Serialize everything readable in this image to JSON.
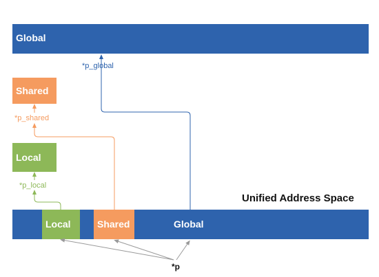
{
  "colors": {
    "global": "#2e63ad",
    "shared": "#f59b5f",
    "local": "#8db858",
    "pointer_arrows": "#999999"
  },
  "blocks": {
    "global": "Global",
    "shared": "Shared",
    "local": "Local"
  },
  "pointers": {
    "global": "*p_global",
    "shared": "*p_shared",
    "local": "*p_local",
    "generic": "*p"
  },
  "unified": {
    "title": "Unified Address Space",
    "segments": [
      "Local",
      "Shared",
      "Global"
    ]
  }
}
